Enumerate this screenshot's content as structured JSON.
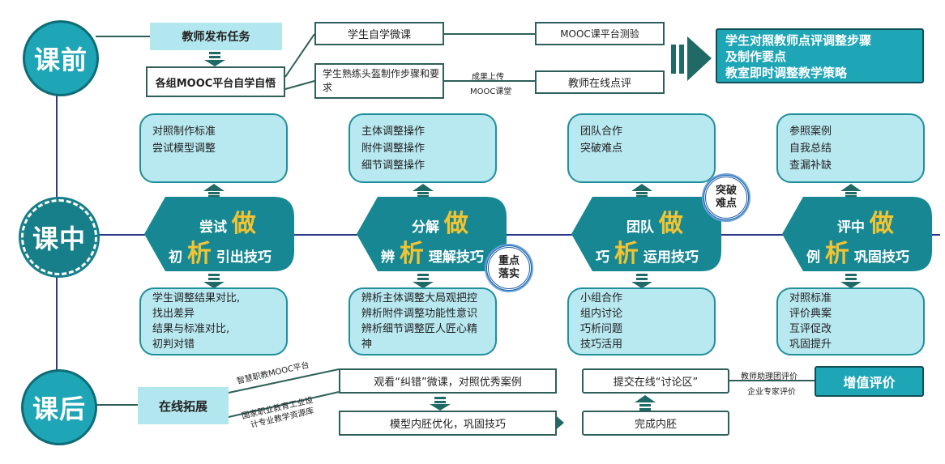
{
  "phases": {
    "pre": "课前",
    "in": "课中",
    "post": "课后"
  },
  "pre": {
    "teacher_task": "教师发布任务",
    "group_study": "各组MOOC平台自学自悟",
    "self_study": "学生自学微课",
    "practice": "学生熟练头盔制作步骤和要求",
    "quiz": "MOOC课平台测验",
    "upload_label1": "成果上传",
    "upload_label2": "MOOC课堂",
    "teacher_review": "教师在线点评",
    "summary": [
      "学生对照教师点评调整步骤",
      "及制作要点",
      "教室即时调整教学策略"
    ]
  },
  "in": {
    "stages": [
      {
        "top": [
          "对照制作标准",
          "尝试模型调整"
        ],
        "line1": "尝试",
        "do": "做",
        "pre2": "初",
        "analyze": "析",
        "line2": "引出技巧",
        "bottom": [
          "学生调整结果对比,",
          "找出差异",
          "结果与标准对比,",
          "初判对错"
        ]
      },
      {
        "top": [
          "主体调整操作",
          "附件调整操作",
          "细节调整操作"
        ],
        "line1": "分解",
        "do": "做",
        "pre2": "辨",
        "analyze": "析",
        "line2": "理解技巧",
        "bottom": [
          "辨析主体调整大局观把控",
          "辨析附件调整功能性意识",
          "辨析细节调整匠人匠心精神"
        ]
      },
      {
        "top": [
          "团队合作",
          "突破难点"
        ],
        "line1": "团队",
        "do": "做",
        "pre2": "巧",
        "analyze": "析",
        "line2": "运用技巧",
        "bottom": [
          "小组合作",
          "组内讨论",
          "巧析问题",
          "技巧活用"
        ]
      },
      {
        "top": [
          "参照案例",
          "自我总结",
          "查漏补缺"
        ],
        "line1": "评中",
        "do": "做",
        "pre2": "例",
        "analyze": "析",
        "line2": "巩固技巧",
        "bottom": [
          "对照标准",
          "评价典案",
          "互评促改",
          "巩固提升"
        ]
      }
    ],
    "stamp_key": [
      "重点",
      "落实"
    ],
    "stamp_hard": [
      "突破",
      "难点"
    ]
  },
  "post": {
    "online": "在线拓展",
    "platform1": "智慧职教MOOC平台",
    "platform2": [
      "国家职业教育工业设",
      "计专业教学资源库"
    ],
    "watch": "观看“纠错”微课，对照优秀案例",
    "optimize": "模型内胚优化，巩固技巧",
    "complete": "完成内胚",
    "submit": "提交在线“讨论区”",
    "eval1": "教师助理团评价",
    "eval2": "企业专家评价",
    "value_eval": "增值评价"
  },
  "colors": {
    "teal": "#1ea5b6",
    "dark_teal": "#167f89",
    "light": "#b8e8f0",
    "yellow": "#f3c431"
  }
}
